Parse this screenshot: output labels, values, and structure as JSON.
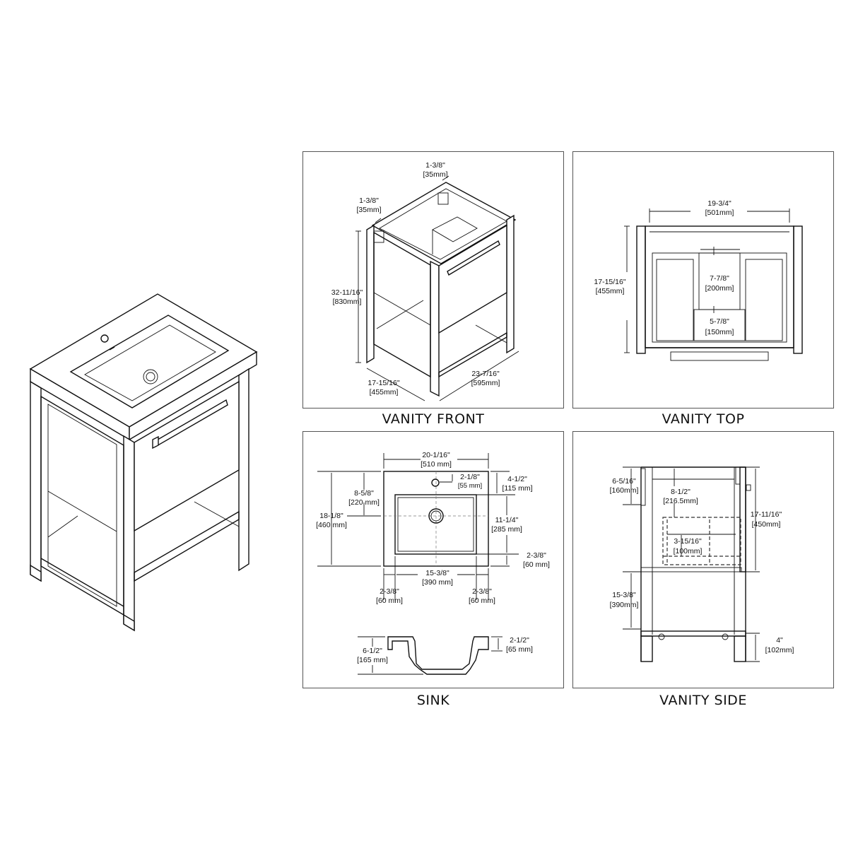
{
  "isometric_view": {
    "description": "Isometric view of vanity with integrated sink top, drawer with bar handle and open bottom shelf"
  },
  "panels": {
    "vanity_front": {
      "caption": "VANITY FRONT",
      "dims": {
        "top_panel_thickness": {
          "in": "1-3/8\"",
          "mm": "[35mm]"
        },
        "side_panel_thickness": {
          "in": "1-3/8\"",
          "mm": "[35mm]"
        },
        "height": {
          "in": "32-11/16\"",
          "mm": "[830mm]"
        },
        "depth": {
          "in": "17-15/16\"",
          "mm": "[455mm]"
        },
        "width": {
          "in": "23-7/16\"",
          "mm": "[595mm]"
        }
      }
    },
    "vanity_top": {
      "caption": "VANITY TOP",
      "dims": {
        "inner_width": {
          "in": "19-3/4\"",
          "mm": "[501mm]"
        },
        "depth": {
          "in": "17-15/16\"",
          "mm": "[455mm]"
        },
        "cutout_width": {
          "in": "7-7/8\"",
          "mm": "[200mm]"
        },
        "cutout_depth": {
          "in": "5-7/8\"",
          "mm": "[150mm]"
        }
      }
    },
    "sink": {
      "caption": "SINK",
      "dims": {
        "overall_width": {
          "in": "20-1/16\"",
          "mm": "[510 mm]"
        },
        "faucet_hole_offset": {
          "in": "2-1/8\"",
          "mm": "[55 mm]"
        },
        "back_to_basin": {
          "in": "4-1/2\"",
          "mm": "[115 mm]"
        },
        "back_to_drain": {
          "in": "8-5/8\"",
          "mm": "[220 mm]"
        },
        "overall_depth": {
          "in": "18-1/8\"",
          "mm": "[460 mm]"
        },
        "basin_depth": {
          "in": "11-1/4\"",
          "mm": "[285 mm]"
        },
        "front_rim": {
          "in": "2-3/8\"",
          "mm": "[60 mm]"
        },
        "basin_width": {
          "in": "15-3/8\"",
          "mm": "[390 mm]"
        },
        "left_rim": {
          "in": "2-3/8\"",
          "mm": "[60 mm]"
        },
        "right_rim": {
          "in": "2-3/8\"",
          "mm": "[60 mm]"
        },
        "total_height": {
          "in": "6-1/2\"",
          "mm": "[165 mm]"
        },
        "rim_height": {
          "in": "2-1/2\"",
          "mm": "[65 mm]"
        }
      }
    },
    "vanity_side": {
      "caption": "VANITY SIDE",
      "dims": {
        "handle_height": {
          "in": "6-5/16\"",
          "mm": "[160mm]"
        },
        "top_to_cutout": {
          "in": "8-1/2\"",
          "mm": "[216.5mm]"
        },
        "cabinet_height": {
          "in": "17-11/16\"",
          "mm": "[450mm]"
        },
        "cutout_height": {
          "in": "3-15/16\"",
          "mm": "[100mm]"
        },
        "open_shelf_height": {
          "in": "15-3/8\"",
          "mm": "[390mm]"
        },
        "leg_height": {
          "in": "4\"",
          "mm": "[102mm]"
        }
      }
    }
  }
}
